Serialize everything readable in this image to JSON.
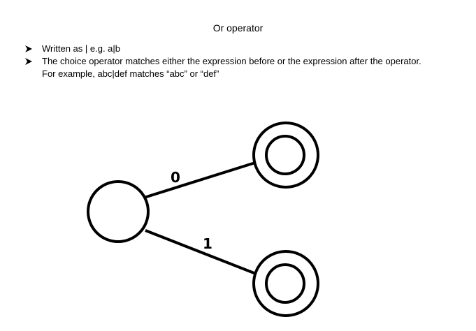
{
  "document": {
    "title": "Or operator",
    "bullets": [
      {
        "text": "Written as | e.g. a|b"
      },
      {
        "text": "The choice operator matches either the expression before or the expression after the operator."
      },
      {
        "text": "For example, abc|def matches “abc” or “def”"
      }
    ]
  },
  "diagram": {
    "start_state": "",
    "accept_states": [
      "",
      ""
    ],
    "transitions": [
      {
        "label": "0",
        "to": "upper-accept-state"
      },
      {
        "label": "1",
        "to": "lower-accept-state"
      }
    ]
  }
}
